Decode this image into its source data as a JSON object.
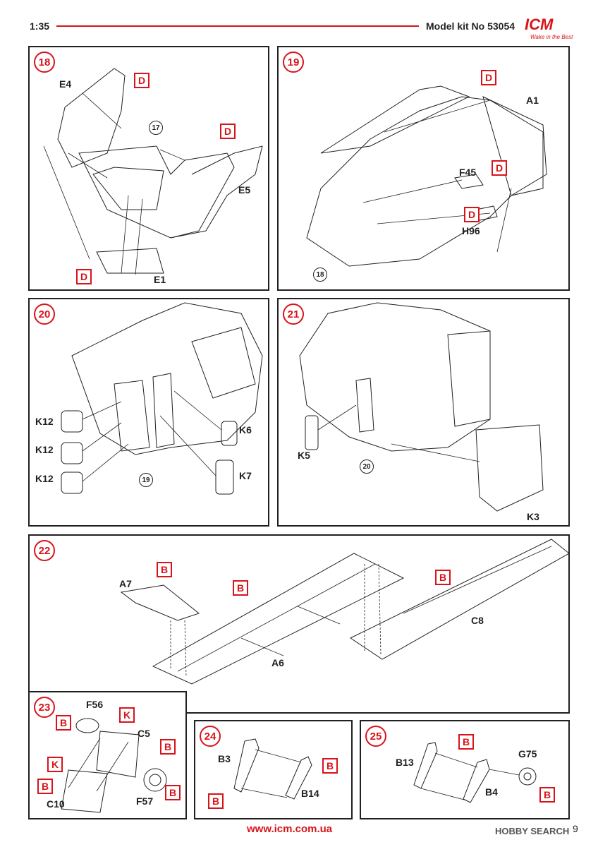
{
  "header": {
    "scale": "1:35",
    "kit": "Model kit No 53054",
    "brand": "ICM",
    "tagline": "Wake in the Best"
  },
  "footer": {
    "url": "www.icm.com.ua",
    "watermark": "HOBBY SEARCH",
    "page": "9"
  },
  "steps": {
    "s18": {
      "num": "18",
      "parts": {
        "e4": "E4",
        "e5": "E5",
        "e1": "E1"
      },
      "ref": "17",
      "paint": {
        "p1": "D",
        "p2": "D",
        "p3": "D"
      }
    },
    "s19": {
      "num": "19",
      "parts": {
        "a1": "A1",
        "f45": "F45",
        "h96": "H96"
      },
      "ref": "18",
      "paint": {
        "p1": "D",
        "p2": "D",
        "p3": "D"
      }
    },
    "s20": {
      "num": "20",
      "parts": {
        "k12a": "K12",
        "k12b": "K12",
        "k12c": "K12",
        "k6": "K6",
        "k7": "K7"
      },
      "ref": "19"
    },
    "s21": {
      "num": "21",
      "parts": {
        "k5": "K5",
        "k3": "K3"
      },
      "ref": "20"
    },
    "s22": {
      "num": "22",
      "parts": {
        "a7": "A7",
        "a6": "A6",
        "c8": "C8"
      },
      "paint": {
        "p1": "B",
        "p2": "B",
        "p3": "B"
      }
    },
    "s23": {
      "num": "23",
      "parts": {
        "f56": "F56",
        "c5": "C5",
        "c10": "C10",
        "f57": "F57"
      },
      "paint": {
        "p1": "B",
        "p2": "K",
        "p3": "B",
        "p4": "K",
        "p5": "B",
        "p6": "B"
      }
    },
    "s24": {
      "num": "24",
      "parts": {
        "b3": "B3",
        "b14": "B14"
      },
      "paint": {
        "p1": "B",
        "p2": "B"
      }
    },
    "s25": {
      "num": "25",
      "parts": {
        "b13": "B13",
        "b4": "B4",
        "g75": "G75"
      },
      "paint": {
        "p1": "B",
        "p2": "B"
      }
    }
  }
}
